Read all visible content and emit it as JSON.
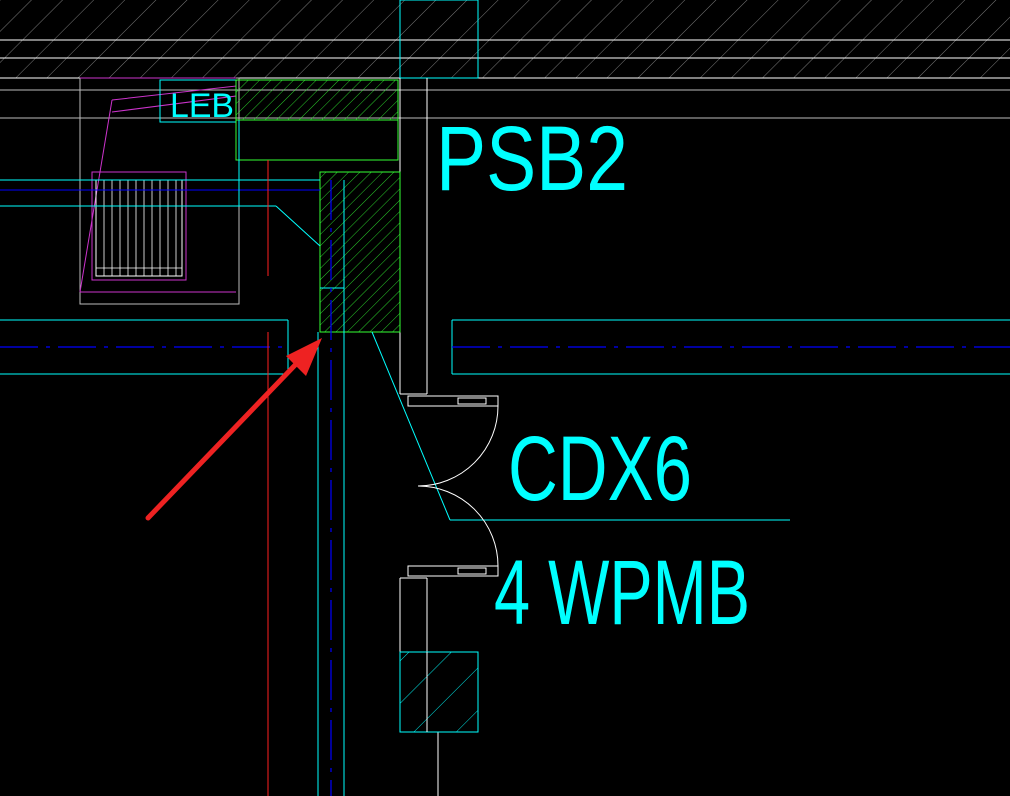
{
  "drawing": {
    "background": "#000000",
    "colors": {
      "wall": "#00ffff",
      "axis": "#0000ff",
      "hatch_green": "#33ff33",
      "magenta": "#cc33cc",
      "red_line": "#ff2020",
      "white": "#ffffff",
      "arrow": "#ee2222",
      "equip_grey": "#bbbbbb"
    },
    "labels": {
      "psb2": "PSB2",
      "cdx6": "CDX6",
      "wpm": "4 WPMB",
      "leb": "LEB"
    },
    "icons": {
      "arrow": "red-pointer-arrow",
      "door": "double-swing-door-symbol"
    }
  }
}
